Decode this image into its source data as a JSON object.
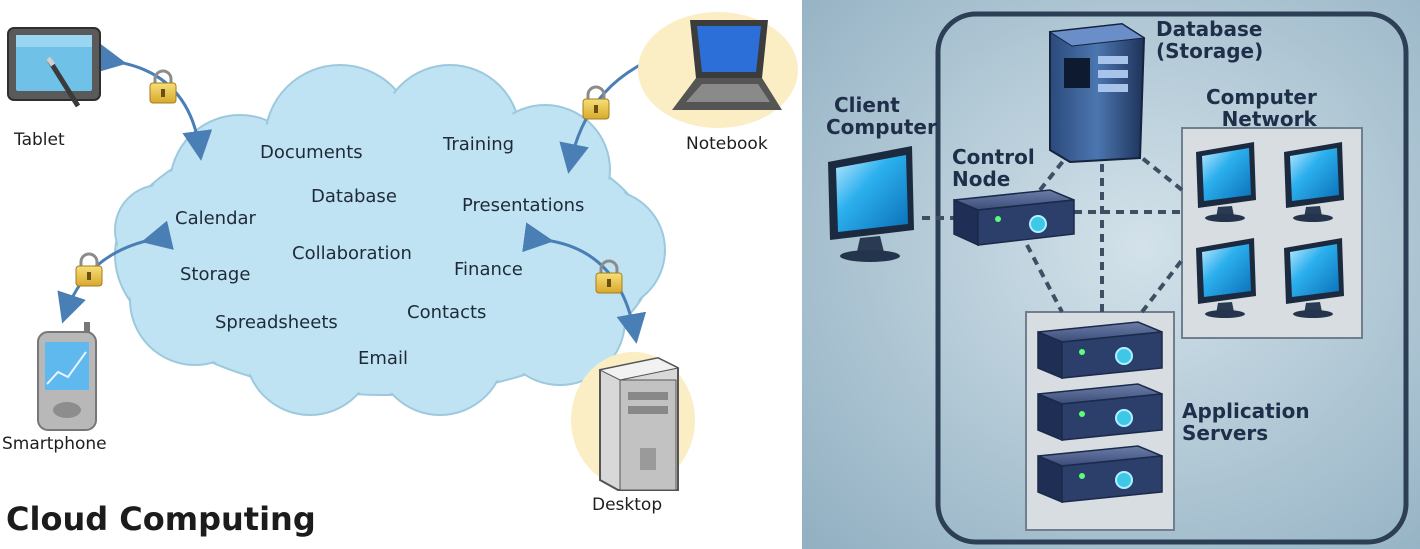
{
  "cloud_panel": {
    "title": "Cloud Computing",
    "services": [
      "Documents",
      "Training",
      "Database",
      "Presentations",
      "Calendar",
      "Collaboration",
      "Finance",
      "Storage",
      "Contacts",
      "Spreadsheets",
      "Email"
    ],
    "devices": {
      "tablet": "Tablet",
      "notebook": "Notebook",
      "smartphone": "Smartphone",
      "desktop": "Desktop"
    },
    "colors": {
      "cloud": "#bfe3f2",
      "arrow": "#4a7fb5",
      "lock": "#e8c84a"
    }
  },
  "architecture_panel": {
    "database": [
      "Database",
      "(Storage)"
    ],
    "computer_network": [
      "Computer",
      "Network"
    ],
    "client_computer": [
      "Client",
      "Computer"
    ],
    "control_node": [
      "Control",
      "Node"
    ],
    "application_servers": [
      "Application",
      "Servers"
    ],
    "colors": {
      "background": "#a9c1d0",
      "frame": "#2d3f55",
      "screen": "#1aa3e8",
      "server": "#2c3e6a"
    }
  }
}
